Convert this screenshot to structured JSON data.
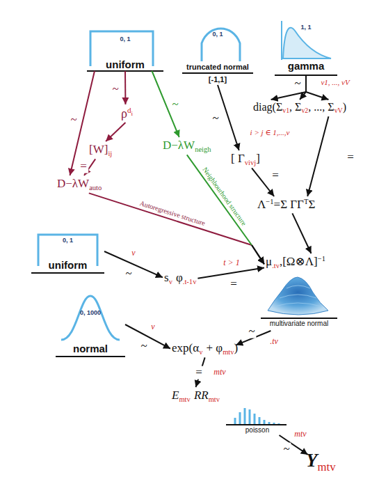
{
  "diagram": {
    "nodes": [
      {
        "text": [
          "0, 1",
          "uniform"
        ]
      },
      {
        "text": [
          "0, 1",
          "truncated normal",
          "[-1,1]"
        ]
      },
      {
        "text": [
          "1, 1",
          "gamma"
        ]
      },
      {
        "text": [
          "ρ",
          "d",
          "i"
        ]
      },
      {
        "text": [
          "[W]",
          "ij"
        ]
      },
      {
        "text": [
          "D−λW",
          "auto"
        ]
      },
      {
        "text": [
          "D−λW",
          "neigh"
        ]
      },
      {
        "text": [
          "diag(Σ",
          "v1",
          ", Σ",
          "v2",
          ", ..., Σ",
          "vV",
          ")"
        ]
      },
      {
        "text": [
          "[ Γ",
          "vivj",
          "]"
        ]
      },
      {
        "text": [
          "Λ",
          "−1",
          "=Σ ΓΓ",
          "T",
          "Σ"
        ]
      },
      {
        "text": [
          "0, 1",
          "uniform"
        ]
      },
      {
        "text": [
          "s",
          "v",
          "φ",
          ".t-1v"
        ]
      },
      {
        "text": [
          "μ",
          ".tv",
          ",[Ω⊗Λ]",
          "−1"
        ]
      },
      {
        "text": [
          "multivariate normal"
        ]
      },
      {
        "text": [
          "0, 1000",
          "normal"
        ]
      },
      {
        "text": [
          "exp(α",
          "v",
          "+ φ",
          "mtv",
          ")"
        ]
      },
      {
        "text": [
          "E",
          "mtv",
          "RR",
          "mtv"
        ]
      },
      {
        "text": [
          "poisson"
        ]
      },
      {
        "text": [
          "Y",
          "mtv"
        ]
      }
    ],
    "edges": [
      {
        "from": 0,
        "to": 5,
        "arrow": "to",
        "label": "~"
      },
      {
        "from": 0,
        "to": 3,
        "arrow": "to",
        "label": "~"
      },
      {
        "from": 3,
        "to": 4,
        "arrow": "to"
      },
      {
        "from": 4,
        "to": 5,
        "arrow": "to",
        "label": "="
      },
      {
        "from": 0,
        "to": 6,
        "arrow": "to",
        "label": "~"
      },
      {
        "from": 1,
        "to": 8,
        "arrow": "to",
        "label": "~"
      },
      {
        "from": 2,
        "to": 7,
        "arrow": "to",
        "label": "~"
      },
      {
        "from": 7,
        "to": 9,
        "arrow": "to",
        "label": "="
      },
      {
        "from": 8,
        "to": 9,
        "arrow": "to",
        "label": "="
      },
      {
        "from": 5,
        "to": 12,
        "arrow": "to",
        "label": "Autoregressive structure"
      },
      {
        "from": 6,
        "to": 12,
        "arrow": "to",
        "label": "Neighbourhood structure"
      },
      {
        "from": 9,
        "to": 12,
        "arrow": "to"
      },
      {
        "from": 10,
        "to": 11,
        "arrow": "to",
        "label": "~"
      },
      {
        "from": 11,
        "to": 12,
        "arrow": "to",
        "label": "="
      },
      {
        "from": 13,
        "to": 15,
        "arrow": "to",
        "label": "~"
      },
      {
        "from": 14,
        "to": 15,
        "arrow": "to",
        "label": "~"
      },
      {
        "from": 15,
        "to": 16,
        "arrow": "to",
        "label": "="
      },
      {
        "from": 17,
        "to": 18,
        "arrow": "to",
        "label": "~"
      }
    ],
    "labels": [
      "i > j ∈ 1,...,v",
      "v1, ..., vV",
      "v",
      "t > 1",
      "v",
      ".tv",
      "mtv",
      "mtv"
    ]
  }
}
